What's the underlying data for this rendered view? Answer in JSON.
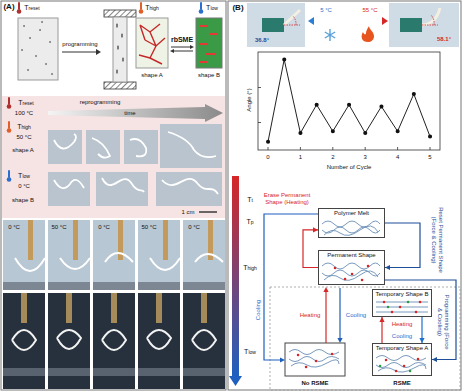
{
  "diagram": {
    "nodes": [
      {
        "text": [
          "Polymer Melt"
        ]
      },
      {
        "text": [
          "Permanent Shape"
        ]
      },
      {
        "text": [
          "Temporary Shape B"
        ]
      },
      {
        "text": [
          "Temporary Shape A"
        ]
      }
    ],
    "edges": [
      {
        "from": 1,
        "to": 0,
        "arrow": "to",
        "label": "Erase Permanent Shape (Heating)"
      },
      {
        "from": 0,
        "to": 1,
        "arrow": "to",
        "label": "Reset Permanent Shape (Force & Cooling)"
      },
      {
        "from": 1,
        "to": 3,
        "arrow": "to",
        "label": "Programming (Force & Cooling)"
      },
      {
        "from": 3,
        "to": 2,
        "arrow": "to",
        "label": "Heating"
      },
      {
        "from": 2,
        "to": 3,
        "arrow": "to",
        "label": "Cooling"
      }
    ],
    "labels": [
      "(A)",
      "Treset",
      "Thigh",
      "Tlow",
      "programming",
      "shape A",
      "rbSME",
      "shape B",
      "Treset",
      "100 °C",
      "Thigh",
      "50 °C",
      "reprogramming",
      "time",
      "shape A",
      "Tlow",
      "0 °C",
      "shape B",
      "1 cm",
      "0 °C",
      "50 °C",
      "0 °C",
      "50 °C",
      "0 °C",
      "(B)",
      "36.8°",
      "5 °C",
      "55 °C",
      "58.1°",
      "Angle (°)",
      "0",
      "1",
      "2",
      "3",
      "4",
      "5",
      "Number of Cycle",
      "Tt",
      "Tp",
      "Thigh",
      "Tlow",
      "Cooling",
      "Heating",
      "Cooling",
      "No RSME",
      "RSME"
    ]
  }
}
